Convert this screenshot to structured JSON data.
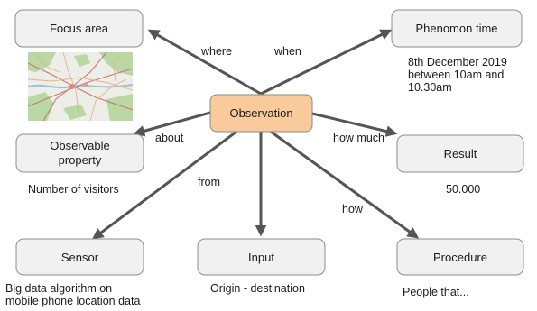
{
  "center": {
    "label": "Observation"
  },
  "nodes": {
    "focus_area": {
      "label": "Focus area"
    },
    "phenomenon_time": {
      "label": "Phenomon time"
    },
    "observable_property": {
      "label_line1": "Observable",
      "label_line2": "property"
    },
    "result": {
      "label": "Result"
    },
    "sensor": {
      "label": "Sensor"
    },
    "input": {
      "label": "Input"
    },
    "procedure": {
      "label": "Procedure"
    }
  },
  "edges": {
    "where": "where",
    "when": "when",
    "about": "about",
    "how_much": "how much",
    "from": "from",
    "how": "how"
  },
  "notes": {
    "phenomenon_time": [
      "8th December 2019",
      "between 10am and",
      "10.30am"
    ],
    "observable_property": "Number of visitors",
    "result": "50.000",
    "sensor": [
      "Big data algorithm on",
      "mobile phone location data"
    ],
    "input": "Origin - destination",
    "procedure": "People that..."
  },
  "colors": {
    "center_fill": "#f9cb9c",
    "box_fill": "#f1f1f1",
    "arrow": "#555555"
  }
}
